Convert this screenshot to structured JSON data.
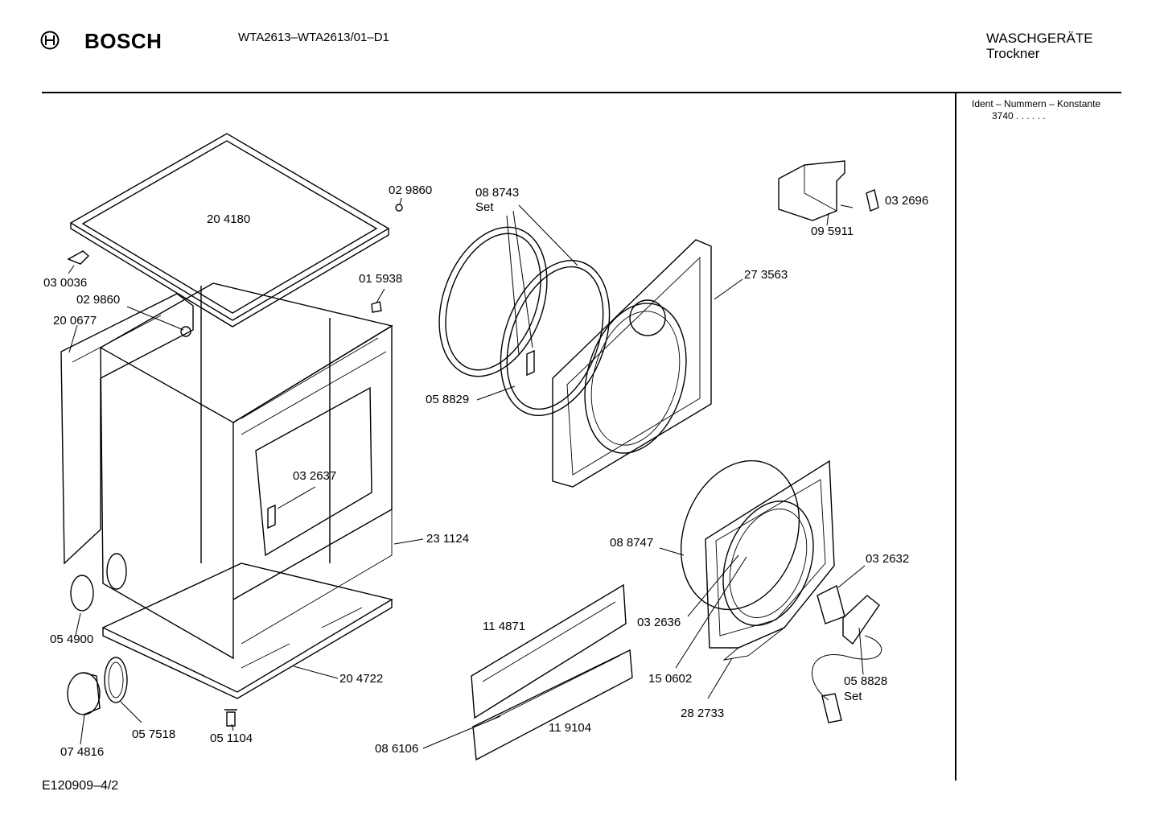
{
  "header": {
    "brand": "BOSCH",
    "model": "WTA2613–WTA2613/01–D1",
    "category": "WASCHGERÄTE",
    "subcategory": "Trockner"
  },
  "sidebar": {
    "ident_label": "Ident – Nummern – Konstante",
    "ident_value": "3740 . .   . . . ."
  },
  "footer": {
    "code": "E120909–4/2"
  },
  "parts": {
    "p204180": "20 4180",
    "p029860a": "02 9860",
    "p088743": "08 8743",
    "set1": "Set",
    "p032696": "03 2696",
    "p095911": "09 5911",
    "p030036": "03 0036",
    "p029860b": "02 9860",
    "p015938": "01 5938",
    "p200677": "20 0677",
    "p273563": "27 3563",
    "p058829": "05 8829",
    "p032637": "03 2637",
    "p231124": "23 1124",
    "p088747": "08 8747",
    "p032632": "03 2632",
    "p114871": "11 4871",
    "p032636": "03 2636",
    "p054900": "05 4900",
    "p204722": "20 4722",
    "p150602": "15 0602",
    "p058828": "05 8828",
    "set2": "Set",
    "p282733": "28 2733",
    "p057518": "05 7518",
    "p051104": "05 1104",
    "p074816": "07 4816",
    "p119104": "11 9104",
    "p086106": "08 6106"
  }
}
